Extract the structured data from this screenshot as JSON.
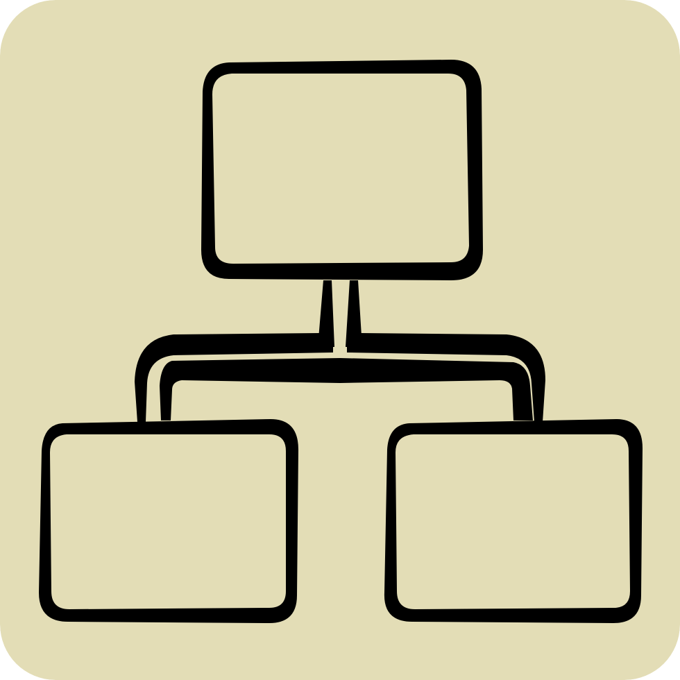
{
  "icon": {
    "name": "hierarchy-icon",
    "background_color": "#e3ddb6",
    "stroke_color": "#000000",
    "nodes": [
      {
        "role": "parent"
      },
      {
        "role": "child"
      },
      {
        "role": "child"
      }
    ]
  }
}
